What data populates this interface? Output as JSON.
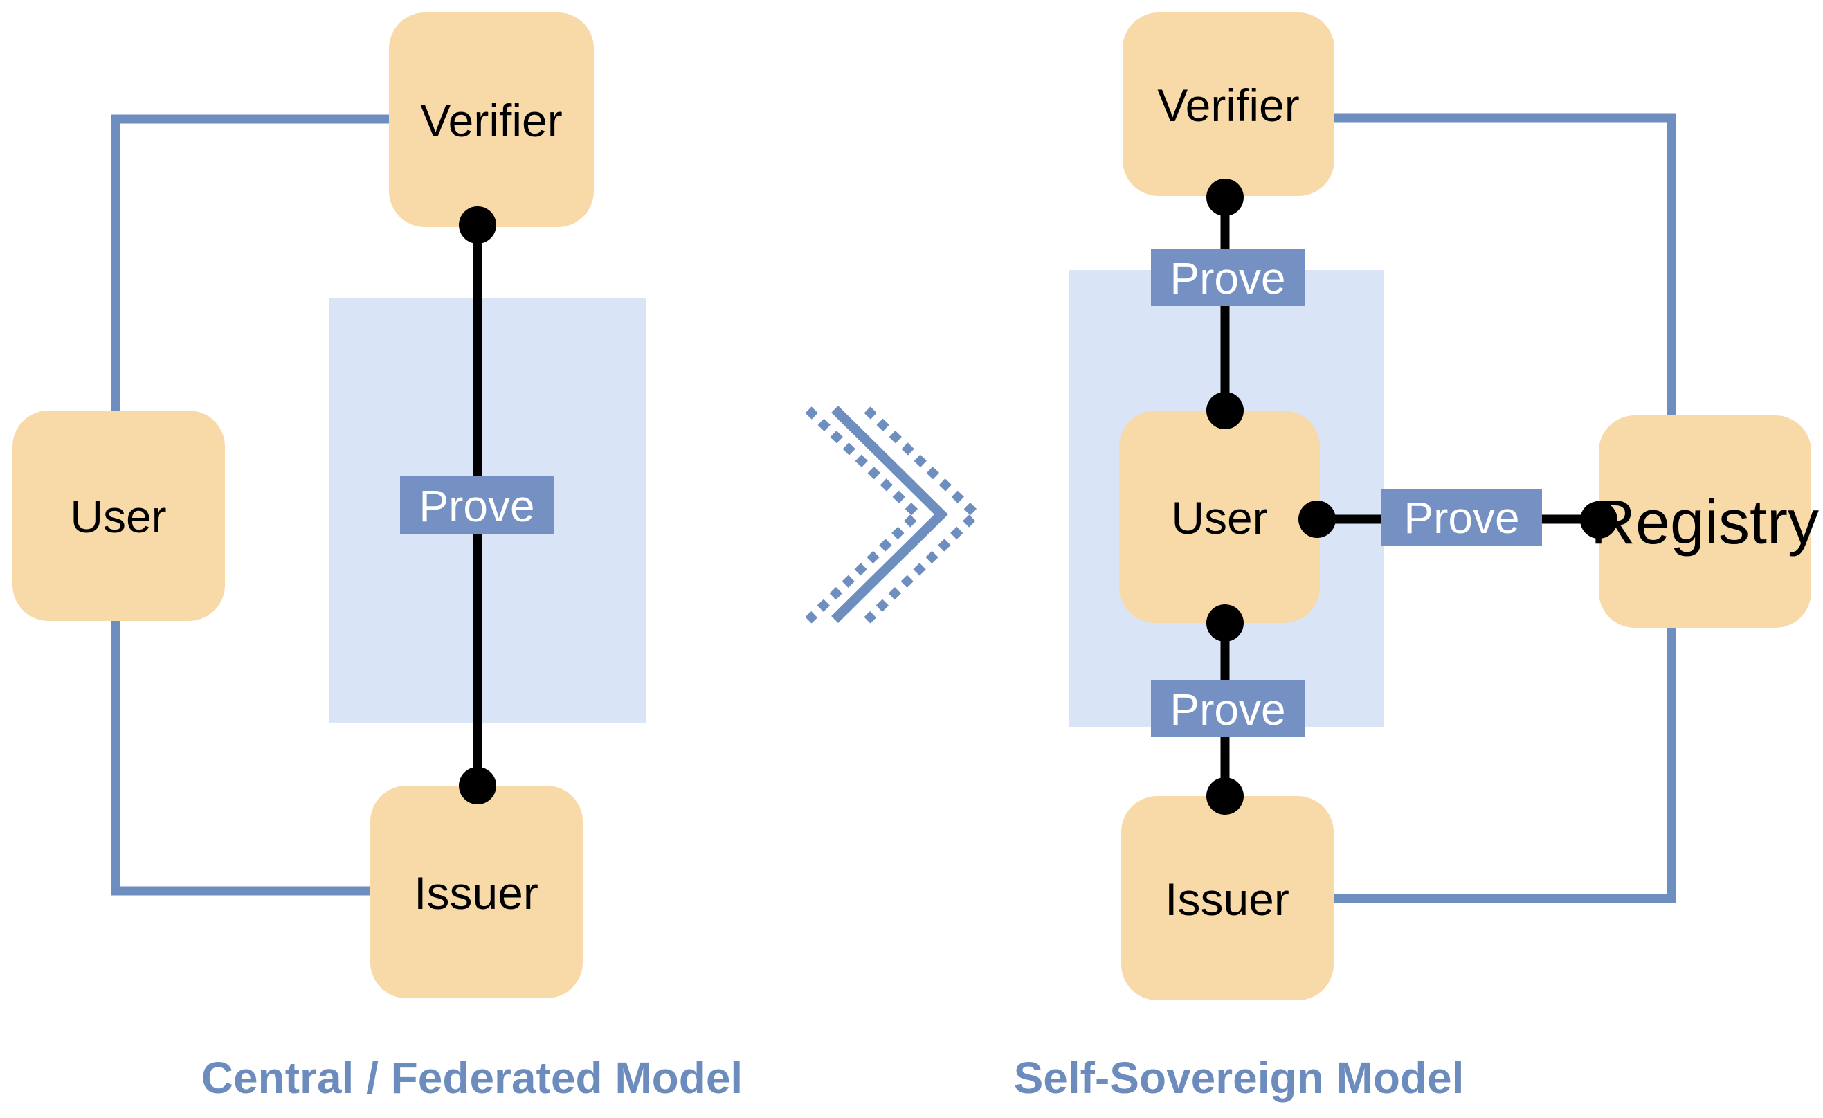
{
  "diagram": {
    "left": {
      "caption": "Central / Federated Model",
      "verifier": "Verifier",
      "user": "User",
      "issuer": "Issuer",
      "prove": "Prove"
    },
    "right": {
      "caption": "Self-Sovereign Model",
      "verifier": "Verifier",
      "user": "User",
      "issuer": "Issuer",
      "registry": "Registry",
      "prove_top": "Prove",
      "prove_right": "Prove",
      "prove_bottom": "Prove"
    },
    "icons": {
      "transition": "double-chevron-right-icon"
    }
  },
  "colors": {
    "node_fill": "#f8d9a8",
    "highlight_rect": "#d9e5f7",
    "badge_fill": "#7591c4",
    "badge_text": "#ffffff",
    "loop_line": "#6e8ebf",
    "connector_line": "#000000",
    "node_text": "#000000",
    "caption_text": "#6d8cbe"
  }
}
